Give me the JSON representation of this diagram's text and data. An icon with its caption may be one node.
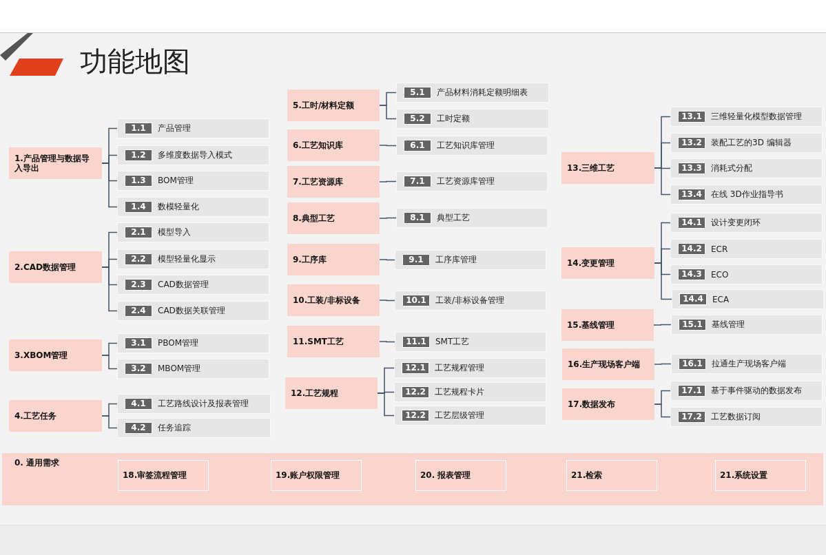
{
  "diagram": {
    "title": "功能地图",
    "nodes": [
      {
        "text": [
          "1.产品管理与数据导入导出"
        ]
      },
      {
        "text": [
          "1.1",
          "产品管理"
        ]
      },
      {
        "text": [
          "1.2",
          "多维度数据导入模式"
        ]
      },
      {
        "text": [
          "1.3",
          "BOM管理"
        ]
      },
      {
        "text": [
          "1.4",
          "数模轻量化"
        ]
      },
      {
        "text": [
          "2.CAD数据管理"
        ]
      },
      {
        "text": [
          "2.1",
          "模型导入"
        ]
      },
      {
        "text": [
          "2.2",
          "模型轻量化显示"
        ]
      },
      {
        "text": [
          "2.3",
          "CAD数据管理"
        ]
      },
      {
        "text": [
          "2.4",
          "CAD数据关联管理"
        ]
      },
      {
        "text": [
          "3.XBOM管理"
        ]
      },
      {
        "text": [
          "3.1",
          "PBOM管理"
        ]
      },
      {
        "text": [
          "3.2",
          "MBOM管理"
        ]
      },
      {
        "text": [
          "4.工艺任务"
        ]
      },
      {
        "text": [
          "4.1",
          "工艺路线设计及报表管理"
        ]
      },
      {
        "text": [
          "4.2",
          "任务追踪"
        ]
      },
      {
        "text": [
          "5.工时/材料定额"
        ]
      },
      {
        "text": [
          "5.1",
          "产品材料消耗定额明细表"
        ]
      },
      {
        "text": [
          "5.2",
          "工时定额"
        ]
      },
      {
        "text": [
          "6.工艺知识库"
        ]
      },
      {
        "text": [
          "6.1",
          "工艺知识库管理"
        ]
      },
      {
        "text": [
          "7.工艺资源库"
        ]
      },
      {
        "text": [
          "7.1",
          "工艺资源库管理"
        ]
      },
      {
        "text": [
          "8.典型工艺"
        ]
      },
      {
        "text": [
          "8.1",
          "典型工艺"
        ]
      },
      {
        "text": [
          "9.工序库"
        ]
      },
      {
        "text": [
          "9.1",
          "工序库管理"
        ]
      },
      {
        "text": [
          "10.工装/非标设备"
        ]
      },
      {
        "text": [
          "10.1",
          "工装/非标设备管理"
        ]
      },
      {
        "text": [
          "11.SMT工艺"
        ]
      },
      {
        "text": [
          "11.1",
          "SMT工艺"
        ]
      },
      {
        "text": [
          "12.工艺规程"
        ]
      },
      {
        "text": [
          "12.1",
          "工艺规程管理"
        ]
      },
      {
        "text": [
          "12.2",
          "工艺规程卡片"
        ]
      },
      {
        "text": [
          "12.2",
          "工艺层级管理"
        ]
      },
      {
        "text": [
          "13.三维工艺"
        ]
      },
      {
        "text": [
          "13.1",
          "三维轻量化模型数据管理"
        ]
      },
      {
        "text": [
          "13.2",
          "装配工艺的3D 编辑器"
        ]
      },
      {
        "text": [
          "13.3",
          "消耗式分配"
        ]
      },
      {
        "text": [
          "13.4",
          "在线 3D作业指导书"
        ]
      },
      {
        "text": [
          "14.变更管理"
        ]
      },
      {
        "text": [
          "14.1",
          "设计变更闭环"
        ]
      },
      {
        "text": [
          "14.2",
          "ECR"
        ]
      },
      {
        "text": [
          "14.3",
          "ECO"
        ]
      },
      {
        "text": [
          "14.4",
          "ECA"
        ]
      },
      {
        "text": [
          "15.基线管理"
        ]
      },
      {
        "text": [
          "15.1",
          "基线管理"
        ]
      },
      {
        "text": [
          "16.生产现场客户端"
        ]
      },
      {
        "text": [
          "16.1",
          "拉通生产现场客户端"
        ]
      },
      {
        "text": [
          "17.数据发布"
        ]
      },
      {
        "text": [
          "17.1",
          "基于事件驱动的数据发布"
        ]
      },
      {
        "text": [
          "17.2",
          "工艺数据订阅"
        ]
      },
      {
        "text": [
          "0. 通用需求"
        ]
      },
      {
        "text": [
          "18.审签流程管理"
        ],
        "in": 52
      },
      {
        "text": [
          "19.账户权限管理"
        ],
        "in": 52
      },
      {
        "text": [
          "20. 报表管理"
        ],
        "in": 52
      },
      {
        "text": [
          "21.检索"
        ],
        "in": 52
      },
      {
        "text": [
          "21.系统设置"
        ],
        "in": 52
      }
    ],
    "edges": [
      {
        "from": 0,
        "to": 1,
        "arrow": "none"
      },
      {
        "from": 0,
        "to": 2,
        "arrow": "none"
      },
      {
        "from": 0,
        "to": 3,
        "arrow": "none"
      },
      {
        "from": 0,
        "to": 4,
        "arrow": "none"
      },
      {
        "from": 5,
        "to": 6,
        "arrow": "none"
      },
      {
        "from": 5,
        "to": 7,
        "arrow": "none"
      },
      {
        "from": 5,
        "to": 8,
        "arrow": "none"
      },
      {
        "from": 5,
        "to": 9,
        "arrow": "none"
      },
      {
        "from": 10,
        "to": 11,
        "arrow": "none"
      },
      {
        "from": 10,
        "to": 12,
        "arrow": "none"
      },
      {
        "from": 13,
        "to": 14,
        "arrow": "none"
      },
      {
        "from": 13,
        "to": 15,
        "arrow": "none"
      },
      {
        "from": 16,
        "to": 17,
        "arrow": "none"
      },
      {
        "from": 16,
        "to": 18,
        "arrow": "none"
      },
      {
        "from": 19,
        "to": 20,
        "arrow": "none"
      },
      {
        "from": 21,
        "to": 22,
        "arrow": "none"
      },
      {
        "from": 23,
        "to": 24,
        "arrow": "none"
      },
      {
        "from": 25,
        "to": 26,
        "arrow": "none"
      },
      {
        "from": 27,
        "to": 28,
        "arrow": "none"
      },
      {
        "from": 29,
        "to": 30,
        "arrow": "none"
      },
      {
        "from": 31,
        "to": 32,
        "arrow": "none"
      },
      {
        "from": 31,
        "to": 33,
        "arrow": "none"
      },
      {
        "from": 31,
        "to": 34,
        "arrow": "none"
      },
      {
        "from": 35,
        "to": 36,
        "arrow": "none"
      },
      {
        "from": 35,
        "to": 37,
        "arrow": "none"
      },
      {
        "from": 35,
        "to": 38,
        "arrow": "none"
      },
      {
        "from": 35,
        "to": 39,
        "arrow": "none"
      },
      {
        "from": 40,
        "to": 41,
        "arrow": "none"
      },
      {
        "from": 40,
        "to": 42,
        "arrow": "none"
      },
      {
        "from": 40,
        "to": 43,
        "arrow": "none"
      },
      {
        "from": 40,
        "to": 44,
        "arrow": "none"
      },
      {
        "from": 45,
        "to": 46,
        "arrow": "none"
      },
      {
        "from": 47,
        "to": 48,
        "arrow": "none"
      },
      {
        "from": 49,
        "to": 50,
        "arrow": "none"
      },
      {
        "from": 49,
        "to": 51,
        "arrow": "none"
      }
    ]
  }
}
